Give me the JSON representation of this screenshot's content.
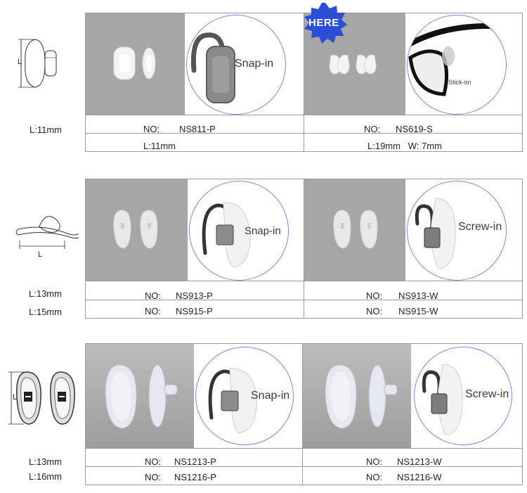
{
  "badge": {
    "text": "HERE"
  },
  "sections": [
    {
      "id": "s1",
      "dims": [
        "L:11mm"
      ],
      "diagram_label": "L",
      "products": [
        {
          "circle_label": "Snap-in",
          "no_label": "NO:",
          "code": "NS811-P",
          "spec": "L:11mm"
        },
        {
          "circle_label": "Stick-on",
          "no_label": "NO:",
          "code": "NS619-S",
          "spec": "L:19mm   W: 7mm"
        }
      ]
    },
    {
      "id": "s2",
      "dims": [
        "L:13mm",
        "L:15mm"
      ],
      "diagram_label": "L",
      "products": [
        {
          "circle_label": "Snap-in",
          "rows": [
            {
              "no_label": "NO:",
              "code": "NS913-P"
            },
            {
              "no_label": "NO:",
              "code": "NS915-P"
            }
          ]
        },
        {
          "circle_label": "Screw-in",
          "rows": [
            {
              "no_label": "NO:",
              "code": "NS913-W"
            },
            {
              "no_label": "NO:",
              "code": "NS915-W"
            }
          ]
        }
      ]
    },
    {
      "id": "s3",
      "dims": [
        "L:13mm",
        "L:16mm"
      ],
      "diagram_label": "L",
      "products": [
        {
          "circle_label": "Snap-in",
          "rows": [
            {
              "no_label": "NO:",
              "code": "NS1213-P"
            },
            {
              "no_label": "NO:",
              "code": "NS1216-P"
            }
          ]
        },
        {
          "circle_label": "Screw-in",
          "rows": [
            {
              "no_label": "NO:",
              "code": "NS1213-W"
            },
            {
              "no_label": "NO:",
              "code": "NS1216-W"
            }
          ]
        }
      ]
    }
  ],
  "colors": {
    "badge": "#2a4fd6",
    "circle_border": "#6f90d6",
    "photo_bg": "#a6a6a6",
    "table_border": "#9a9a9a"
  }
}
